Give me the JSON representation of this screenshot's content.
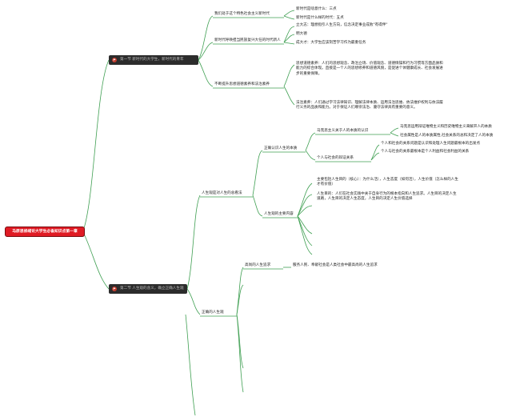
{
  "colors": {
    "root_fill": "#e01b24",
    "main_fill": "#2c2c2c",
    "line": "#3f9f52"
  },
  "root": {
    "label": "马原思修绪论大学生必备知识点第一章"
  },
  "main1": {
    "label": "第一节 新时代的大学生，新时代的青年",
    "icon": "flag-icon"
  },
  "main2": {
    "label": "第二节 人生观的含义，确立正确人生观",
    "icon": "flag-icon"
  },
  "b1": {
    "n1": "我们处于这个特色社会主义新时代",
    "n1a": "新时代是啥意什么：三点",
    "n1b": "新时代是什么样的时代：五点",
    "n2": "新时代呼唤担当民族复兴大任的时代新人",
    "n2a": "立大志：理想指引人生方向，信念决定事业成败\"有得伴\"",
    "n2b": "明大德",
    "n2c": "成大才：大学生应该刻苦学习作为最重任务",
    "n3": "不断提升思想道德素养和法治素养",
    "n3a": "思想道德素养：人们的思想观念、政治立场、价值观念、道德情操和行为习惯等方面品质和能力的综合体现。直接是一个人的思想修养和道德风貌，是促进个体健康成长、社会发展进步的重要保障。",
    "n3b": "法治素养：人们通过学习法律知识、理解法律本质、运用法治思维、依法维护权利与依法履行义务的品质和能力。对于保证人们尊崇法治、遵守法律具有重要的意义。"
  },
  "b2": {
    "a": "人生观是对人生的总看法",
    "a1": "正确认识人生的本质",
    "a1a": "马克思主义关于人的本质的认识",
    "a1a1": "马克思运用辩证唯物主义和历史唯物主义来解开人的本质",
    "a1a2": "社会属性是人的本质属性,社会关系的总和决定了人的本质",
    "a1b": "个人与社会的辩证关系",
    "a1b1": "个人和社会的关系问题是认识和处理人生问题最根本的出发点",
    "a1b2": "个人与社会的关系最根本是个人利益和社会利益的关系",
    "a2": "人生观的主要内容",
    "a2a": "主要包括人生目的（核心）：为什么活），人生态度（如何活），人生价值（怎么样的人生才有价值）",
    "a2b": "人生目的：人们在社会实践中关于自身行为的根本指向和人生追求。人生目的决定人生道路，人生目的决定人生态度，人生目的决定人生价值选择",
    "b": "正确的人生观",
    "b1": "高尚的人生追求",
    "b1a": "服务人民、奉献社会是人类社会中最高尚的人生追求"
  }
}
